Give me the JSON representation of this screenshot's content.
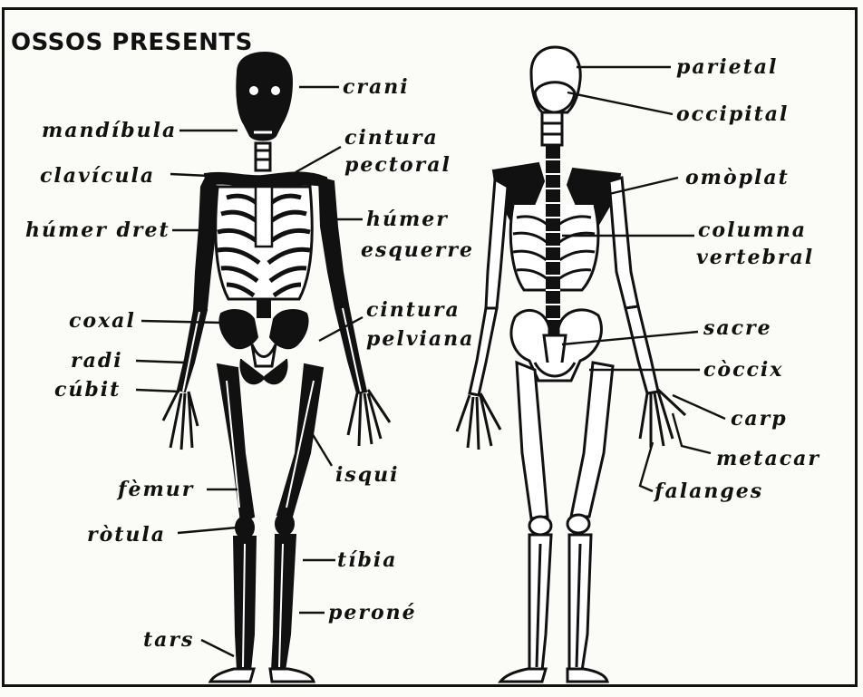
{
  "title": "OSSOS PRESENTS",
  "labels": {
    "crani": "crani",
    "mandibula": "mandíbula",
    "cintura_pectoral_1": "cintura",
    "cintura_pectoral_2": "pectoral",
    "clavicula": "clavícula",
    "humer_dret": "húmer dret",
    "humer_esquerre_1": "húmer",
    "humer_esquerre_2": "esquerre",
    "coxal": "coxal",
    "cintura_pelviana_1": "cintura",
    "cintura_pelviana_2": "pelviana",
    "radi": "radi",
    "cubit": "cúbit",
    "isqui": "isqui",
    "femur": "fèmur",
    "rotula": "ròtula",
    "tibia": "tíbia",
    "perone": "peroné",
    "tars": "tars",
    "parietal": "parietal",
    "occipital": "occipital",
    "omoplat": "omòplat",
    "columna_1": "columna",
    "columna_2": "vertebral",
    "sacre": "sacre",
    "coccix": "còccix",
    "carp": "carp",
    "metacarpi": "metacar",
    "falanges": "falanges"
  }
}
